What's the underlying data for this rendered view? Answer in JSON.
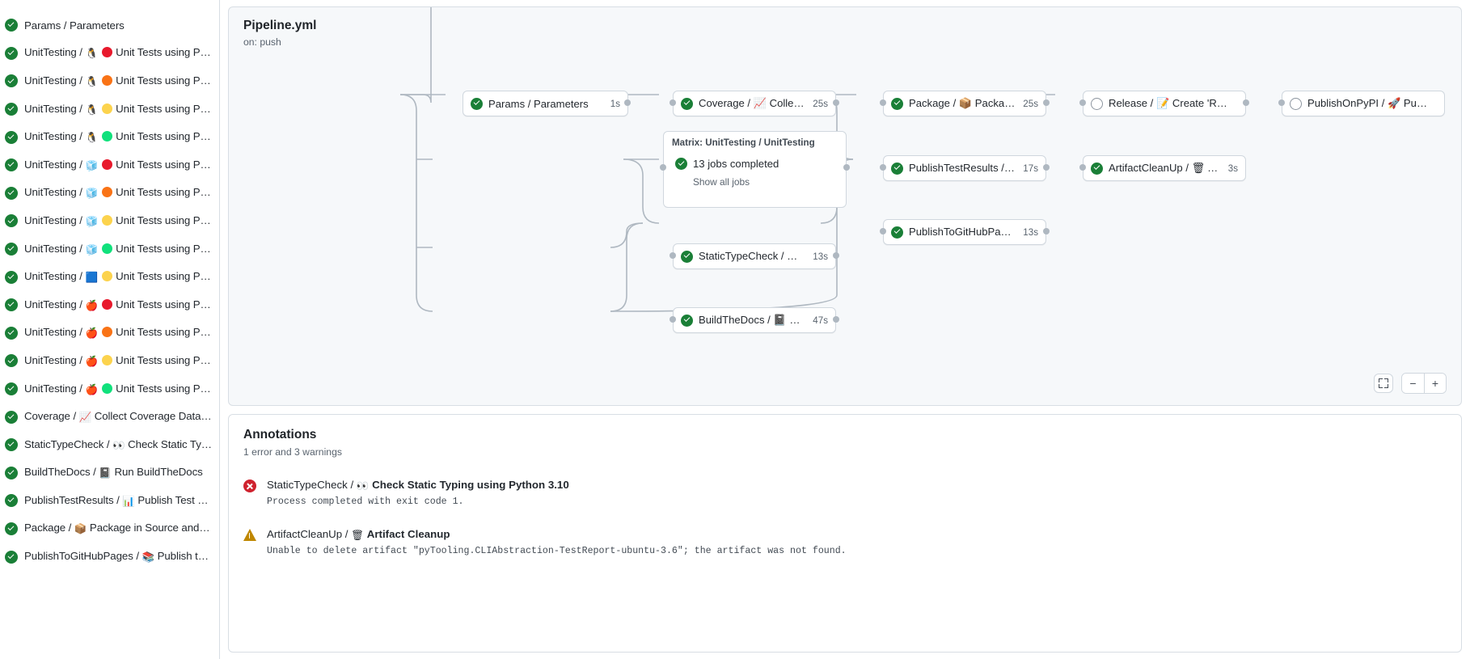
{
  "sidebar": {
    "jobs": [
      {
        "status": "success",
        "label": "Params / Parameters",
        "emoji": "",
        "dot": ""
      },
      {
        "status": "success",
        "label": "UnitTesting / ",
        "emoji": "🐧",
        "dot": "#e8192c",
        "suffix": "Unit Tests using Pyth…"
      },
      {
        "status": "success",
        "label": "UnitTesting / ",
        "emoji": "🐧",
        "dot": "#f97316",
        "suffix": "Unit Tests using Pyth…"
      },
      {
        "status": "success",
        "label": "UnitTesting / ",
        "emoji": "🐧",
        "dot": "#fcd34d",
        "suffix": "Unit Tests using Pyth…"
      },
      {
        "status": "success",
        "label": "UnitTesting / ",
        "emoji": "🐧",
        "dot": "#10e17c",
        "suffix": "Unit Tests using Pyth…"
      },
      {
        "status": "success",
        "label": "UnitTesting / ",
        "emoji": "🧊",
        "dot": "#e8192c",
        "suffix": "Unit Tests using Pyth…"
      },
      {
        "status": "success",
        "label": "UnitTesting / ",
        "emoji": "🧊",
        "dot": "#f97316",
        "suffix": "Unit Tests using Pyth…"
      },
      {
        "status": "success",
        "label": "UnitTesting / ",
        "emoji": "🧊",
        "dot": "#fcd34d",
        "suffix": "Unit Tests using Pyth…"
      },
      {
        "status": "success",
        "label": "UnitTesting / ",
        "emoji": "🧊",
        "dot": "#10e17c",
        "suffix": "Unit Tests using Pyth…"
      },
      {
        "status": "success",
        "label": "UnitTesting / ",
        "emoji": "🟦",
        "dot": "#fcd34d",
        "suffix": "Unit Tests using Pyth…"
      },
      {
        "status": "success",
        "label": "UnitTesting / ",
        "emoji": "🍎",
        "dot": "#e8192c",
        "suffix": "Unit Tests using Pyth…"
      },
      {
        "status": "success",
        "label": "UnitTesting / ",
        "emoji": "🍎",
        "dot": "#f97316",
        "suffix": "Unit Tests using Pyth…"
      },
      {
        "status": "success",
        "label": "UnitTesting / ",
        "emoji": "🍎",
        "dot": "#fcd34d",
        "suffix": "Unit Tests using Pyth…"
      },
      {
        "status": "success",
        "label": "UnitTesting / ",
        "emoji": "🍎",
        "dot": "#10e17c",
        "suffix": "Unit Tests using Pyth…"
      },
      {
        "status": "success",
        "label": "Coverage / ",
        "emoji": "📈",
        "dot": "",
        "suffix": "Collect Coverage Data usi…"
      },
      {
        "status": "success",
        "label": "StaticTypeCheck / ",
        "emoji": "👀",
        "dot": "",
        "suffix": "Check Static Typing…"
      },
      {
        "status": "success",
        "label": "BuildTheDocs / ",
        "emoji": "📓",
        "dot": "",
        "suffix": "Run BuildTheDocs"
      },
      {
        "status": "success",
        "label": "PublishTestResults / ",
        "emoji": "📊",
        "dot": "",
        "suffix": "Publish Test Resu…"
      },
      {
        "status": "success",
        "label": "Package / ",
        "emoji": "📦",
        "dot": "",
        "suffix": "Package in Source and Wh…"
      },
      {
        "status": "success",
        "label": "PublishToGitHubPages / ",
        "emoji": "📚",
        "dot": "",
        "suffix": "Publish to G…"
      }
    ]
  },
  "graph": {
    "title": "Pipeline.yml",
    "trigger": "on: push",
    "nodes": [
      {
        "id": "params",
        "status": "success",
        "label": "Params / Parameters",
        "duration": "1s"
      },
      {
        "id": "coverage",
        "status": "success",
        "label": "Coverage / 📈 Collect Cove…",
        "duration": "25s"
      },
      {
        "id": "package",
        "status": "success",
        "label": "Package / 📦 Package in So…",
        "duration": "25s"
      },
      {
        "id": "release",
        "status": "pending",
        "label": "Release / 📝 Create 'Release P…",
        "duration": ""
      },
      {
        "id": "pypi",
        "status": "pending",
        "label": "PublishOnPyPI / 🚀 Publish to …",
        "duration": ""
      },
      {
        "id": "testresults",
        "status": "success",
        "label": "PublishTestResults / 📊 Pu…",
        "duration": "17s"
      },
      {
        "id": "cleanup",
        "status": "success",
        "label": "ArtifactCleanUp / 🗑 Artifac…",
        "duration": "3s"
      },
      {
        "id": "ghpages",
        "status": "success",
        "label": "PublishToGitHubPages / 📚 …",
        "duration": "13s"
      },
      {
        "id": "typecheck",
        "status": "success",
        "label": "StaticTypeCheck / 👀 Chec…",
        "duration": "13s"
      },
      {
        "id": "builddocs",
        "status": "success",
        "label": "BuildTheDocs / 📓 Run Buil…",
        "duration": "47s"
      }
    ],
    "matrix": {
      "title": "Matrix: UnitTesting / UnitTesting",
      "status": "success",
      "summary": "13 jobs completed",
      "link": "Show all jobs"
    },
    "controls": {
      "fullscreen": "fullscreen-icon",
      "zoom_out": "−",
      "zoom_in": "+"
    }
  },
  "annotations": {
    "title": "Annotations",
    "summary": "1 error and 3 warnings",
    "items": [
      {
        "severity": "error",
        "job": "StaticTypeCheck / ",
        "emoji": "👀",
        "name": "Check Static Typing using Python 3.10",
        "message": "Process completed with exit code 1."
      },
      {
        "severity": "warning",
        "job": "ArtifactCleanUp / ",
        "emoji": "🗑",
        "name": "Artifact Cleanup",
        "message": "Unable to delete artifact \"pyTooling.CLIAbstraction-TestReport-ubuntu-3.6\"; the artifact was not found."
      }
    ]
  }
}
